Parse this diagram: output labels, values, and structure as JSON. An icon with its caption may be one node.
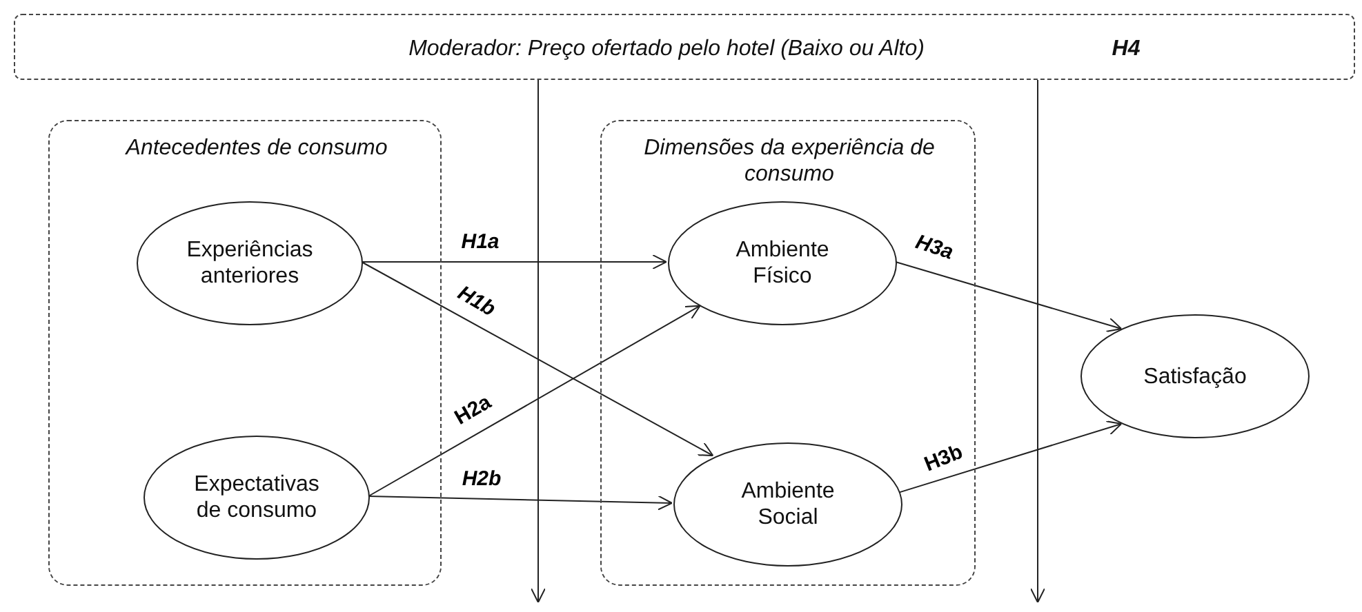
{
  "diagram": {
    "nodes": [
      {
        "text": [
          "Moderador: Preço ofertado pelo hotel (Baixo ou Alto)",
          "H4"
        ]
      },
      {
        "text": [
          "Antecedentes de consumo"
        ]
      },
      {
        "text": [
          "Experiências anteriores"
        ],
        "in": 1
      },
      {
        "text": [
          "Expectativas de consumo"
        ],
        "in": 1
      },
      {
        "text": [
          "Dimensões da experiência de consumo"
        ]
      },
      {
        "text": [
          "Ambiente Físico"
        ],
        "in": 4
      },
      {
        "text": [
          "Ambiente Social"
        ],
        "in": 4
      },
      {
        "text": [
          "Satisfação"
        ]
      }
    ],
    "edges": [
      {
        "from": 2,
        "to": 5,
        "arrow": "to",
        "label": "H1a"
      },
      {
        "from": 2,
        "to": 6,
        "arrow": "to",
        "label": "H1b"
      },
      {
        "from": 3,
        "to": 5,
        "arrow": "to",
        "label": "H2a"
      },
      {
        "from": 3,
        "to": 6,
        "arrow": "to",
        "label": "H2b"
      },
      {
        "from": 5,
        "to": 7,
        "arrow": "to",
        "label": "H3a"
      },
      {
        "from": 6,
        "to": 7,
        "arrow": "to",
        "label": "H3b"
      },
      {
        "from": 0,
        "to": null,
        "arrow": "to"
      },
      {
        "from": 0,
        "to": null,
        "arrow": "to"
      }
    ]
  }
}
